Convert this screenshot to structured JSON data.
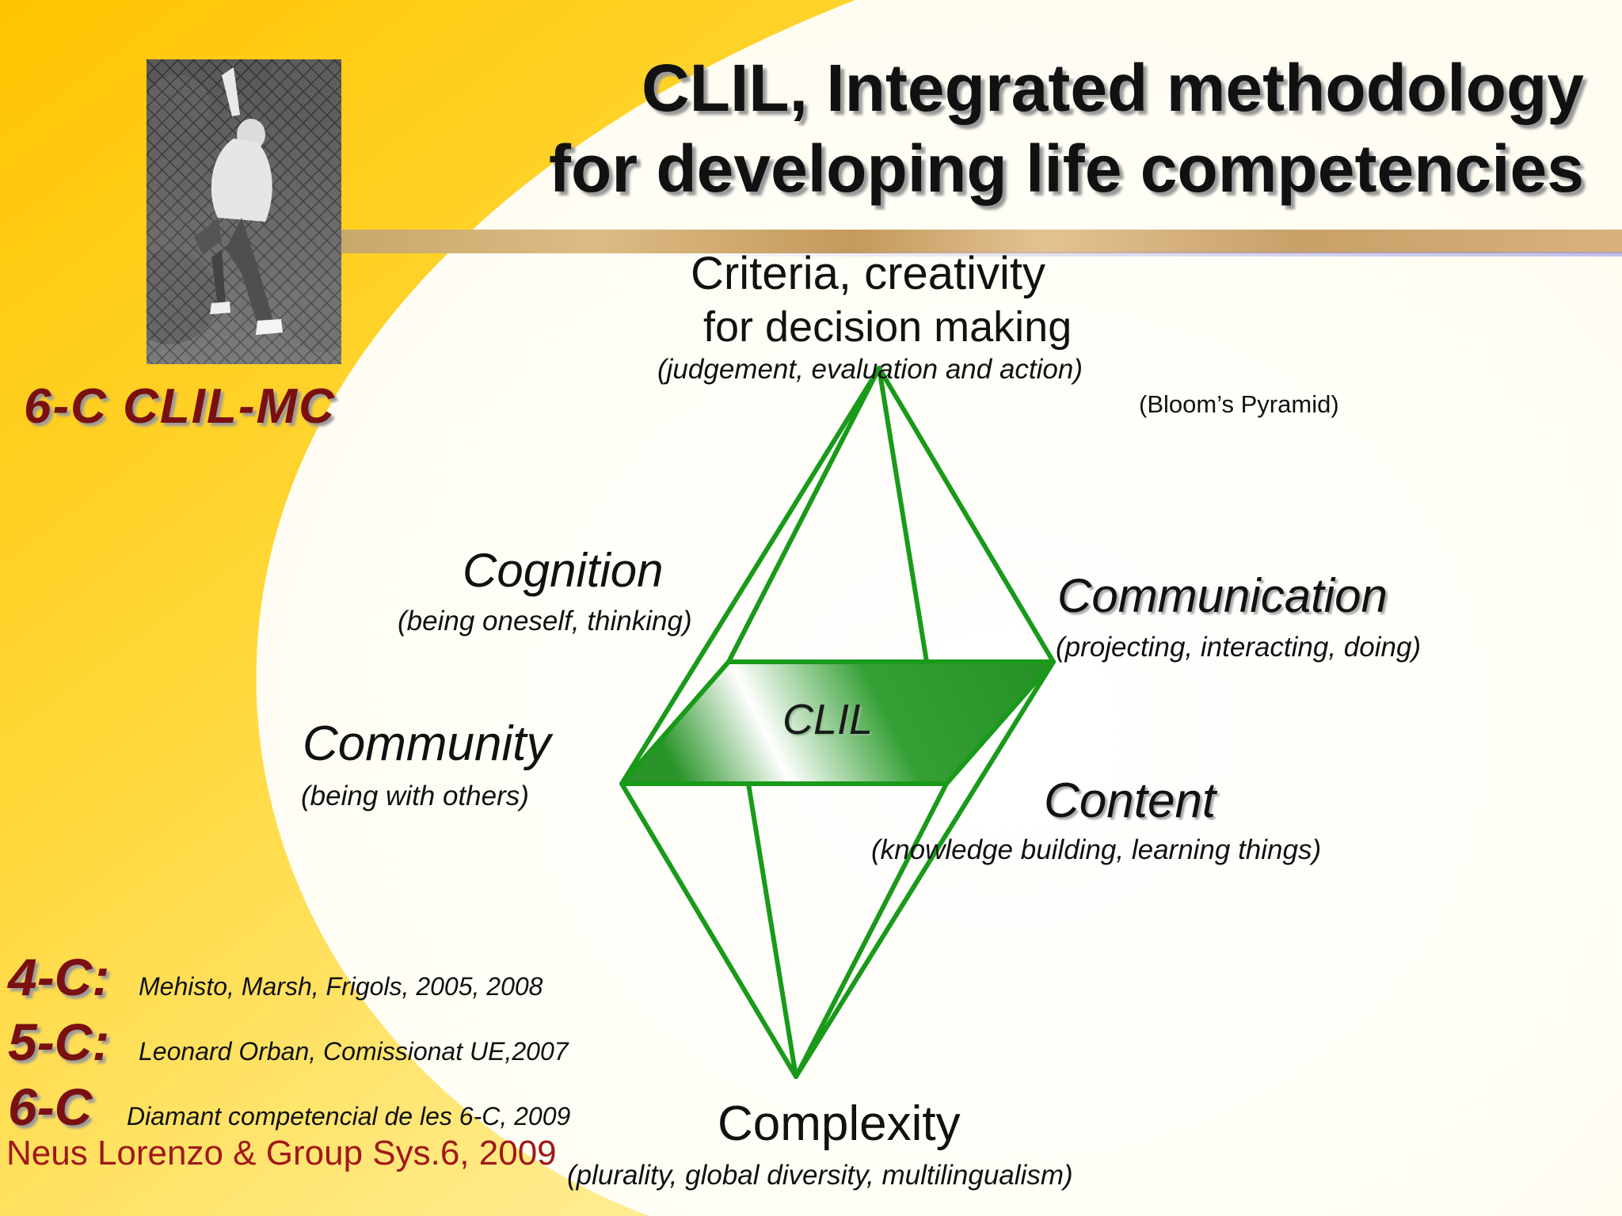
{
  "title": {
    "line1": "CLIL, Integrated methodology",
    "line2": "for developing life competencies"
  },
  "badge": "6-C CLIL-MC",
  "diagram": {
    "center": "CLIL",
    "top": {
      "title1": "Criteria, creativity",
      "title2": "for decision making",
      "sub": "(judgement, evaluation and action)",
      "note": "(Bloom’s Pyramid)"
    },
    "cognition": {
      "title": "Cognition",
      "sub": "(being oneself, thinking)"
    },
    "communication": {
      "title": "Communication",
      "sub": "(projecting, interacting, doing)"
    },
    "community": {
      "title": "Community",
      "sub": "(being with others)"
    },
    "content": {
      "title": "Content",
      "sub": "(knowledge building, learning things)"
    },
    "complexity": {
      "title": "Complexity",
      "sub": "(plurality, global diversity, multilingualism)"
    },
    "colors": {
      "edge": "#1a9a1a",
      "plane_dark": "#1e8f1e",
      "plane_light": "#ffffff"
    }
  },
  "references": [
    {
      "tag": "4-C:",
      "text": "Mehisto, Marsh, Frigols, 2005, 2008"
    },
    {
      "tag": "5-C:",
      "text": "Leonard Orban, Comissionat UE,2007"
    },
    {
      "tag": "6-C",
      "text": "Diamant competencial de les 6-C, 2009"
    }
  ],
  "author": "Neus Lorenzo &  Group Sys.6, 2009",
  "photo": {
    "icon": "child-climbing-fence-photo"
  },
  "theme": {
    "yellow": "#ffd21a",
    "maroon": "#7a1010",
    "author_color": "#a01818"
  }
}
